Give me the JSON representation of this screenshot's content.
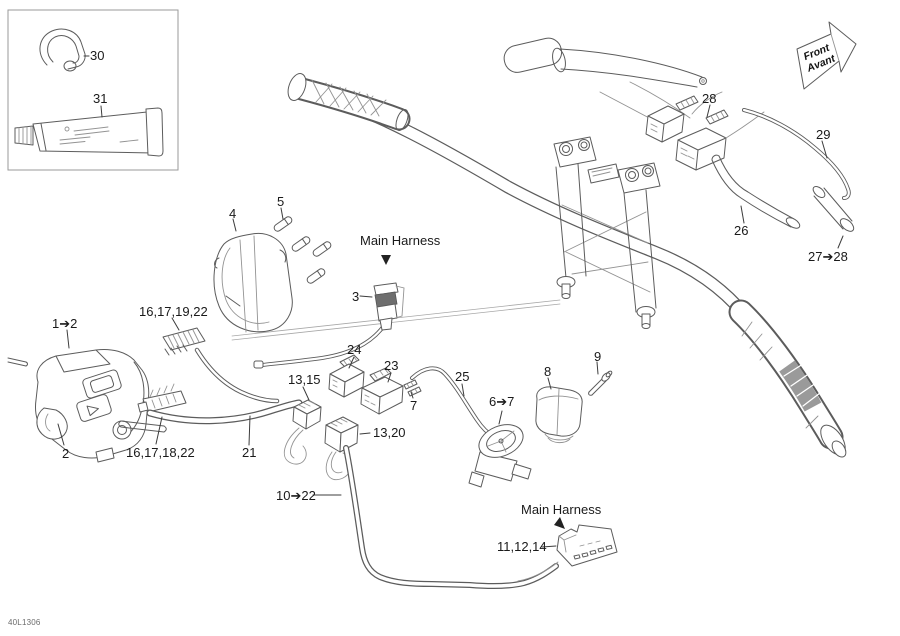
{
  "diagram": {
    "drawing_code": "40L1306",
    "front_indicator": {
      "line1": "Front",
      "line2": "Avant"
    },
    "main_harness_note_upper": "Main Harness",
    "main_harness_note_lower": "Main Harness",
    "callouts": {
      "clip": "30",
      "sealing_compound_tube": "31",
      "multifunction_switch_assembly": "1➔2",
      "multifunction_switch": "2",
      "connector_16_17_19_22": "16,17,19,22",
      "connector_16_17_18_22": "16,17,18,22",
      "cover": "4",
      "screws": "5",
      "connector_3": "3",
      "connector_24": "24",
      "connector_23": "23",
      "connector_13_15": "13,15",
      "terminal_7": "7",
      "wire_25": "25",
      "switch_6_7": "6➔7",
      "switch_8": "8",
      "screw_9": "9",
      "connector_13_20": "13,20",
      "harness_21": "21",
      "harness_10_22": "10➔22",
      "tube_26": "26",
      "wire_29": "29",
      "connector_28": "28",
      "tube_27_28": "27➔28",
      "connector_11_12_14": "11,12,14"
    }
  }
}
